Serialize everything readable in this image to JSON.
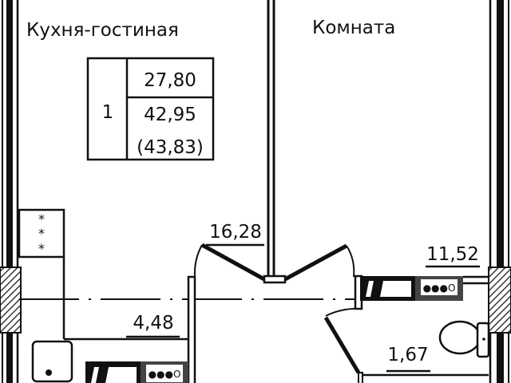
{
  "rooms": {
    "kitchen_living_label": "Кухня-гостиная",
    "room_label": "Комната"
  },
  "apartment_table": {
    "rooms_count": "1",
    "living_area": "27,80",
    "total_area": "42,95",
    "total_area_with_balcony": "(43,83)"
  },
  "areas": {
    "kitchen_living": "16,28",
    "room": "11,52",
    "hall": "4,48",
    "bathroom": "1,67"
  },
  "fixtures": {
    "washer_panel_glyph": "●●●O",
    "cabinet_marks": [
      "*",
      "*",
      "*"
    ]
  },
  "colors": {
    "ink": "#111111",
    "appliance_panel": "#444444"
  }
}
